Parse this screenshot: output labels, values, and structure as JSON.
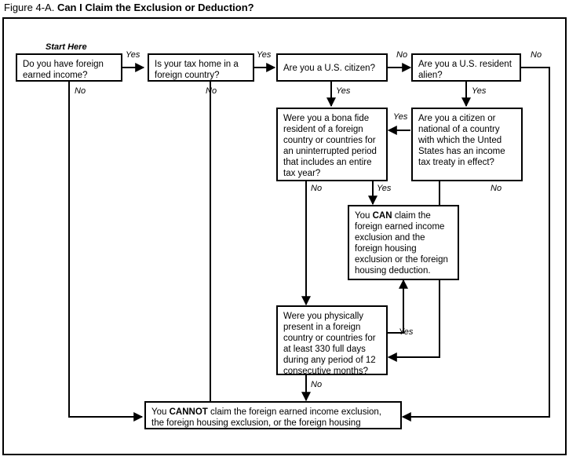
{
  "figure": {
    "number": "Figure 4-A.",
    "title": "Can I Claim the Exclusion or Deduction?"
  },
  "start_label": "Start Here",
  "nodes": {
    "q1": "Do you have foreign earned income?",
    "q2": "Is your tax home in a foreign country?",
    "q3": "Are you a U.S. citizen?",
    "q4": "Are you a U.S. resident alien?",
    "q5": "Were you a bona fide resident of a foreign country or countries for an uninterrupted period that includes an entire tax year?",
    "q6": "Are you a citizen or national of a country with which the Unted States has an income tax treaty in effect?",
    "q7": "Were you physically present in a foreign country or countries for at least 330 full days during any period of 12 consecutive months?",
    "can": {
      "pre": "You ",
      "strong": "CAN",
      "post": " claim the foreign earned income exclusion and the foreign housing exclusion or the foreign housing deduction."
    },
    "cannot": {
      "pre": "You ",
      "strong": "CANNOT",
      "post": " claim the foreign earned income exclusion, the foreign housing exclusion, or the foreign housing deduction."
    }
  },
  "edges": {
    "q1_yes": "Yes",
    "q1_no": "No",
    "q2_yes": "Yes",
    "q2_no": "No",
    "q3_no": "No",
    "q3_yes": "Yes",
    "q4_no": "No",
    "q4_yes": "Yes",
    "q5_no": "No",
    "q5_yes": "Yes",
    "q6_yes": "Yes",
    "q6_no": "No",
    "q7_yes": "Yes",
    "q7_no": "No"
  },
  "colors": {
    "ink": "#000000",
    "paper": "#ffffff"
  }
}
